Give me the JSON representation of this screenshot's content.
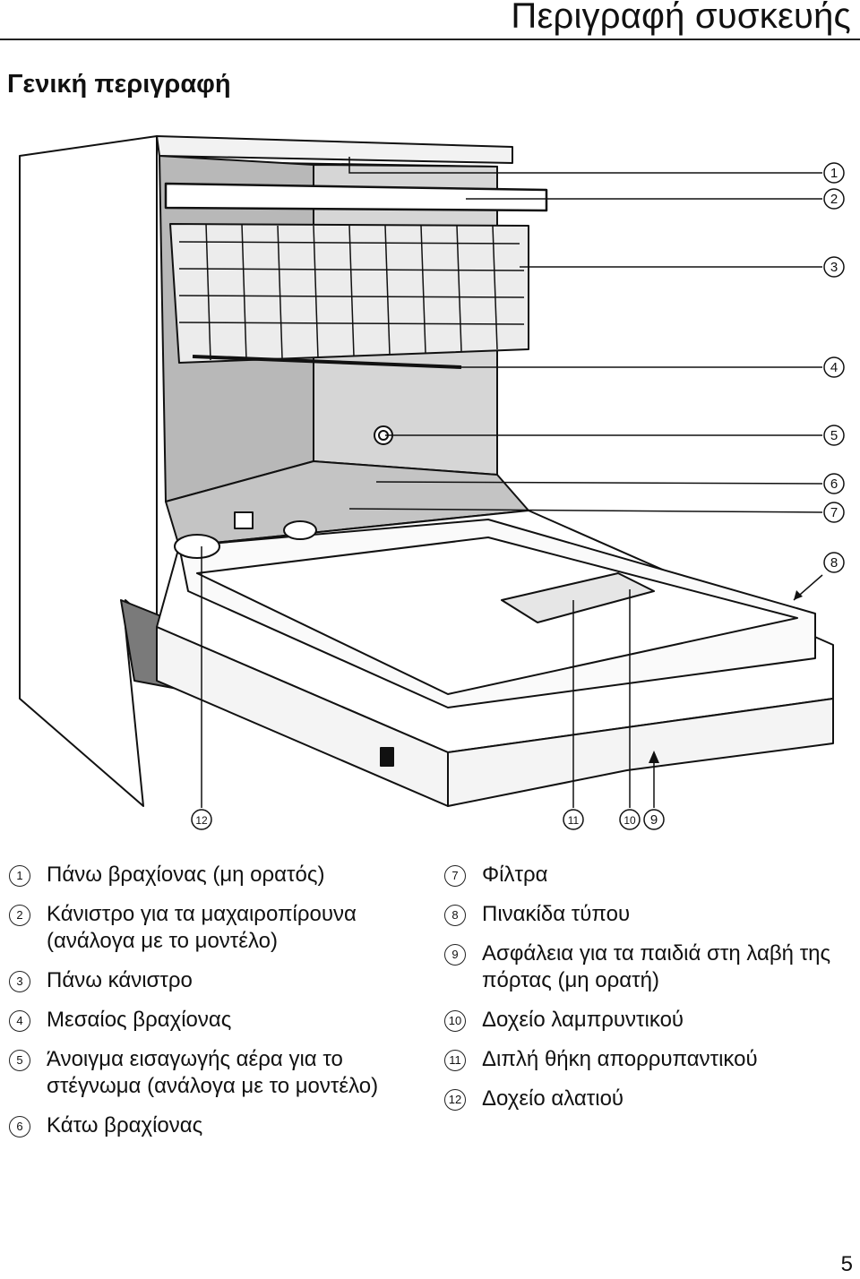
{
  "header": {
    "title": "Περιγραφή συσκευής"
  },
  "section": {
    "title": "Γενική περιγραφή"
  },
  "callouts": [
    "1",
    "2",
    "3",
    "4",
    "5",
    "6",
    "7",
    "8",
    "9",
    "10",
    "11",
    "12"
  ],
  "legend_left": [
    {
      "num": "1",
      "text": "Πάνω βραχίονας (μη ορατός)"
    },
    {
      "num": "2",
      "text": "Κάνιστρο για τα μαχαιροπίρουνα (ανάλογα με το μοντέλο)"
    },
    {
      "num": "3",
      "text": "Πάνω κάνιστρο"
    },
    {
      "num": "4",
      "text": "Μεσαίος βραχίονας"
    },
    {
      "num": "5",
      "text": "Άνοιγμα εισαγωγής αέρα για το στέγνωμα (ανάλογα με το μοντέλο)"
    },
    {
      "num": "6",
      "text": "Κάτω βραχίονας"
    }
  ],
  "legend_right": [
    {
      "num": "7",
      "text": "Φίλτρα"
    },
    {
      "num": "8",
      "text": "Πινακίδα τύπου"
    },
    {
      "num": "9",
      "text": "Ασφάλεια για τα παιδιά στη λαβή της πόρτας (μη ορατή)"
    },
    {
      "num": "10",
      "text": "Δοχείο λαμπρυντικού"
    },
    {
      "num": "11",
      "text": "Διπλή θήκη απορρυπαντικού"
    },
    {
      "num": "12",
      "text": "Δοχείο αλατιού"
    }
  ],
  "page_number": "5"
}
